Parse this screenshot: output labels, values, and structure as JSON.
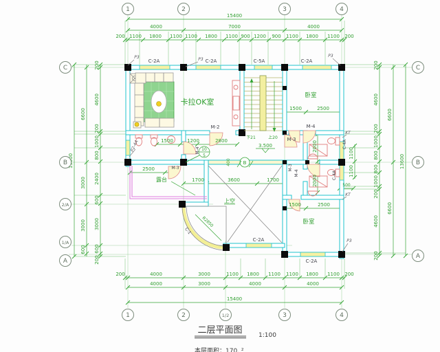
{
  "title": {
    "name": "二层平面图",
    "scale": "1:100",
    "area_note": "本层面积：170.  ²"
  },
  "grid_bubbles": {
    "top": [
      "1",
      "2",
      "3",
      "4"
    ],
    "bottom": [
      "1",
      "2",
      "1/2",
      "3",
      "4"
    ],
    "left": [
      "C",
      "B",
      "2/A",
      "1/A",
      "A"
    ],
    "right": [
      "C",
      "B",
      "A"
    ]
  },
  "dims": {
    "top": {
      "overall": "15400",
      "majors": [
        "4000",
        "7000",
        "4000"
      ],
      "minors": [
        "200",
        "1100",
        "1800",
        "1100",
        "1100",
        "1800",
        "1100",
        "900",
        "1200",
        "900",
        "1100",
        "1800",
        "1100",
        "200"
      ]
    },
    "bottom": {
      "overall": "15400",
      "majors": [
        "4000",
        "3000",
        "4000",
        "4000"
      ],
      "minors": [
        "200",
        "4000",
        "3000",
        "1100",
        "1800",
        "1100",
        "1100",
        "1800",
        "1100",
        "200"
      ]
    },
    "left": {
      "overall": "13600",
      "majors": [
        "6600",
        "3000",
        "3000",
        "600"
      ],
      "minors": [
        "200",
        "4600",
        "200",
        "1000",
        "800",
        "2400",
        "600",
        "3000",
        "600",
        "200"
      ]
    },
    "right": {
      "overall": "13600",
      "majors": [
        "6600",
        "6600"
      ],
      "minors": [
        "200",
        "4600",
        "200",
        "1000",
        "800",
        "800",
        "1000",
        "200",
        "4600",
        "200"
      ],
      "window": [
        "1100",
        "1100"
      ]
    }
  },
  "interior_dims": {
    "karaoke_wall": [
      "1500",
      "1200",
      "2800"
    ],
    "bed_top": [
      "1500",
      "2500"
    ],
    "bed_bottom": [
      "1500",
      "2500"
    ],
    "void": [
      "1700",
      "3600",
      "1700"
    ],
    "terrace": "2500",
    "bath_heights": [
      "2000",
      "2000"
    ],
    "kt_depth": "500",
    "void_edge": "400",
    "radius": "R2850"
  },
  "rooms": {
    "karaoke": "卡拉OK室",
    "bedroom_top": "卧室",
    "bedroom_bottom": "卧室",
    "terrace": "露台",
    "void": "上空"
  },
  "doors": {
    "m2": "M-2",
    "m3": "M-3",
    "m4": "M-4"
  },
  "windows": {
    "c2a": "C-2A",
    "c5a": "C-5A",
    "c4a": "C-4A",
    "c1": "C-1"
  },
  "stairs": {
    "down": "下21",
    "up": "上20",
    "level": "3.500"
  },
  "callouts": {
    "p3": "P3",
    "p2_4a": "P2-4A",
    "kt": "KT",
    "detail_num": "10",
    "detail_sheet": "5",
    "grid_b": "B"
  }
}
